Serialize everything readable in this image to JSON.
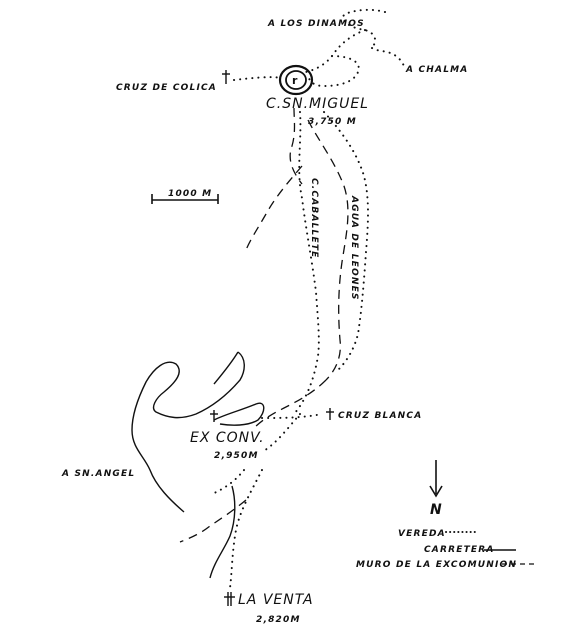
{
  "places": {
    "dinamos": "A LOS DINAMOS",
    "chalma": "A CHALMA",
    "cruz_colica": "CRUZ DE COLICA",
    "summit_name": "C.SN.MIGUEL",
    "summit_alt": "3,750 M",
    "caballete": "C.CABALLETE",
    "agua_leones": "AGUA DE LEONES",
    "cruz_blanca": "CRUZ BLANCA",
    "ex_conv": "EX CONV.",
    "ex_conv_alt": "2,950M",
    "sn_angel": "A SN.ANGEL",
    "la_venta": "LA VENTA",
    "la_venta_alt": "2,820M"
  },
  "scale": {
    "label": "1000 M"
  },
  "north": {
    "label": "N"
  },
  "legend": {
    "vereda": "VEREDA",
    "carretera": "CARRETERA",
    "muro": "MURO DE LA EXCOMUNION"
  }
}
